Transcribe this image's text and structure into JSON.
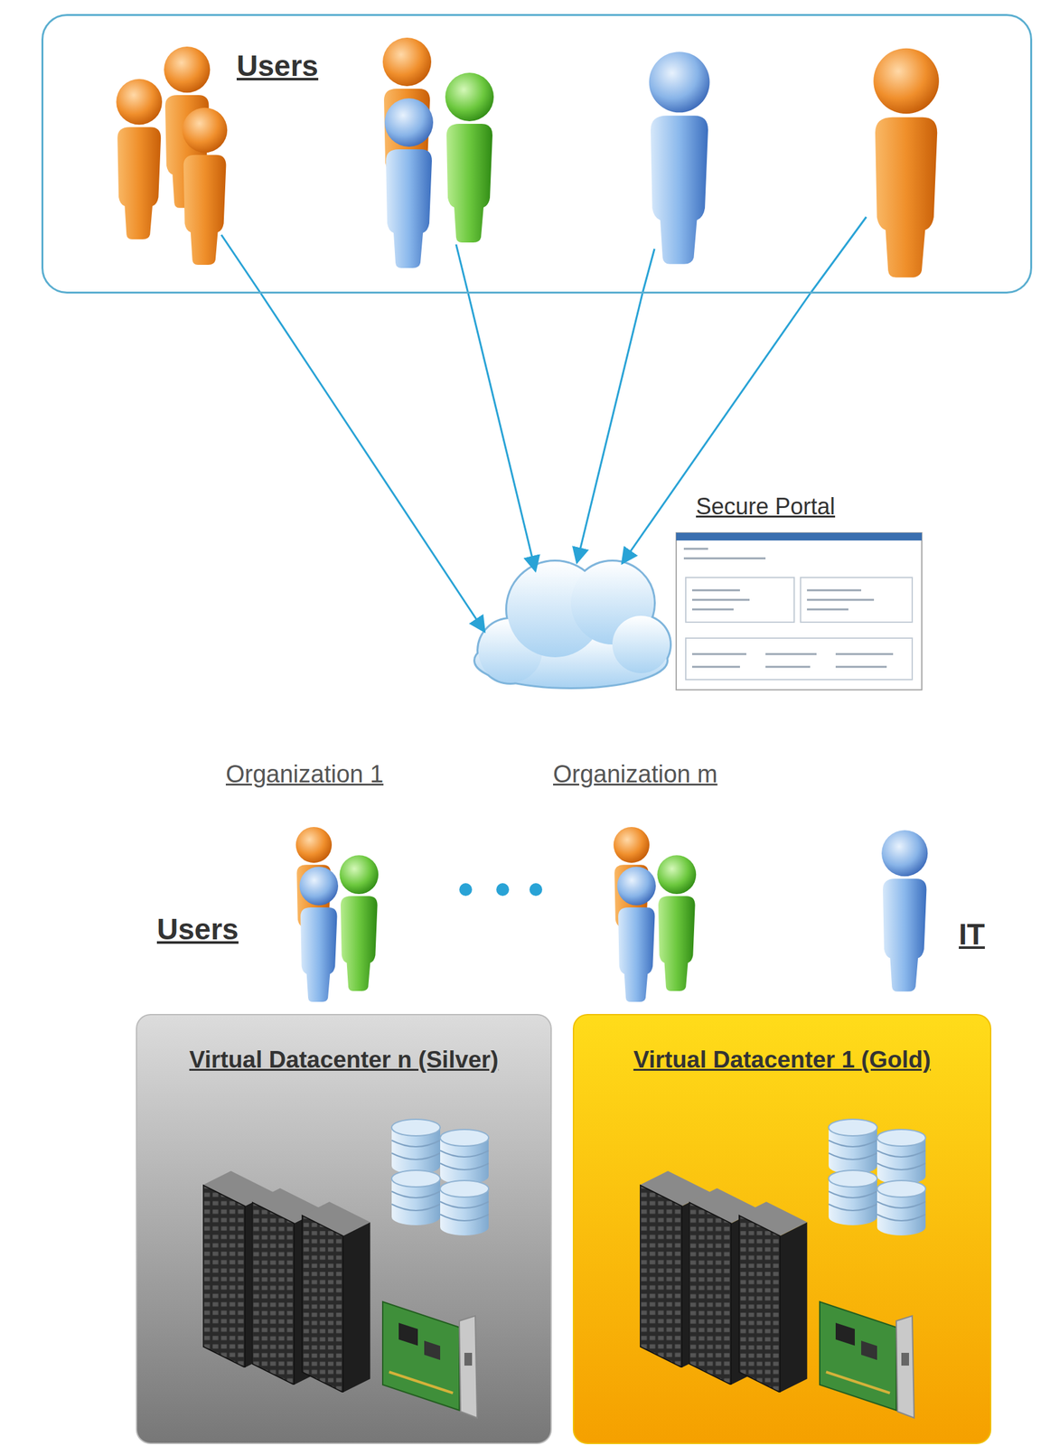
{
  "diagram": {
    "nodes": [
      {
        "text": [
          "Users"
        ]
      },
      {
        "text": [
          "Secure Portal"
        ]
      },
      {
        "text": [
          "Virtual Datacenter n (Silver)"
        ]
      },
      {
        "text": [
          "Virtual Datacenter 1 (Gold)"
        ]
      }
    ],
    "edges": [
      {
        "from": 0,
        "to": 1,
        "arrow": "to"
      },
      {
        "from": 0,
        "to": 1,
        "arrow": "to"
      },
      {
        "from": 0,
        "to": 1,
        "arrow": "to"
      },
      {
        "from": 0,
        "to": 1,
        "arrow": "to"
      }
    ],
    "labels": [
      "Organization 1",
      "Organization m",
      "Users",
      "IT"
    ]
  }
}
